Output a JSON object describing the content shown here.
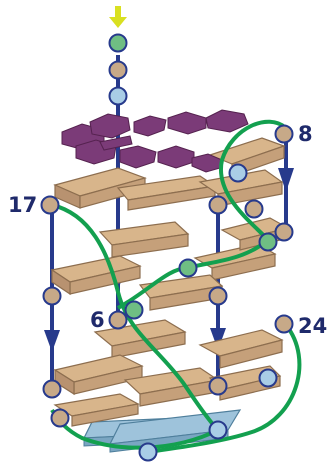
{
  "labels": {
    "l8": "8",
    "l17": "17",
    "l6": "6",
    "l24": "24"
  },
  "colors": {
    "backbone_strand": "#273a8c",
    "loop_strand": "#13a04f",
    "guanine_plate": "#d8b58b",
    "guanine_plate_edge": "#9a7856",
    "ligand": "#7b3b78",
    "ligand_edge": "#55224f",
    "bottom_plate": "#9ec3db",
    "node_tan": "#c7a988",
    "node_green": "#6fbe83",
    "node_blue": "#a9cde6",
    "input_arrow": "#d9e021"
  },
  "icons": {
    "input_arrow": "down-arrow-icon",
    "node": "nucleotide-circle-icon"
  }
}
